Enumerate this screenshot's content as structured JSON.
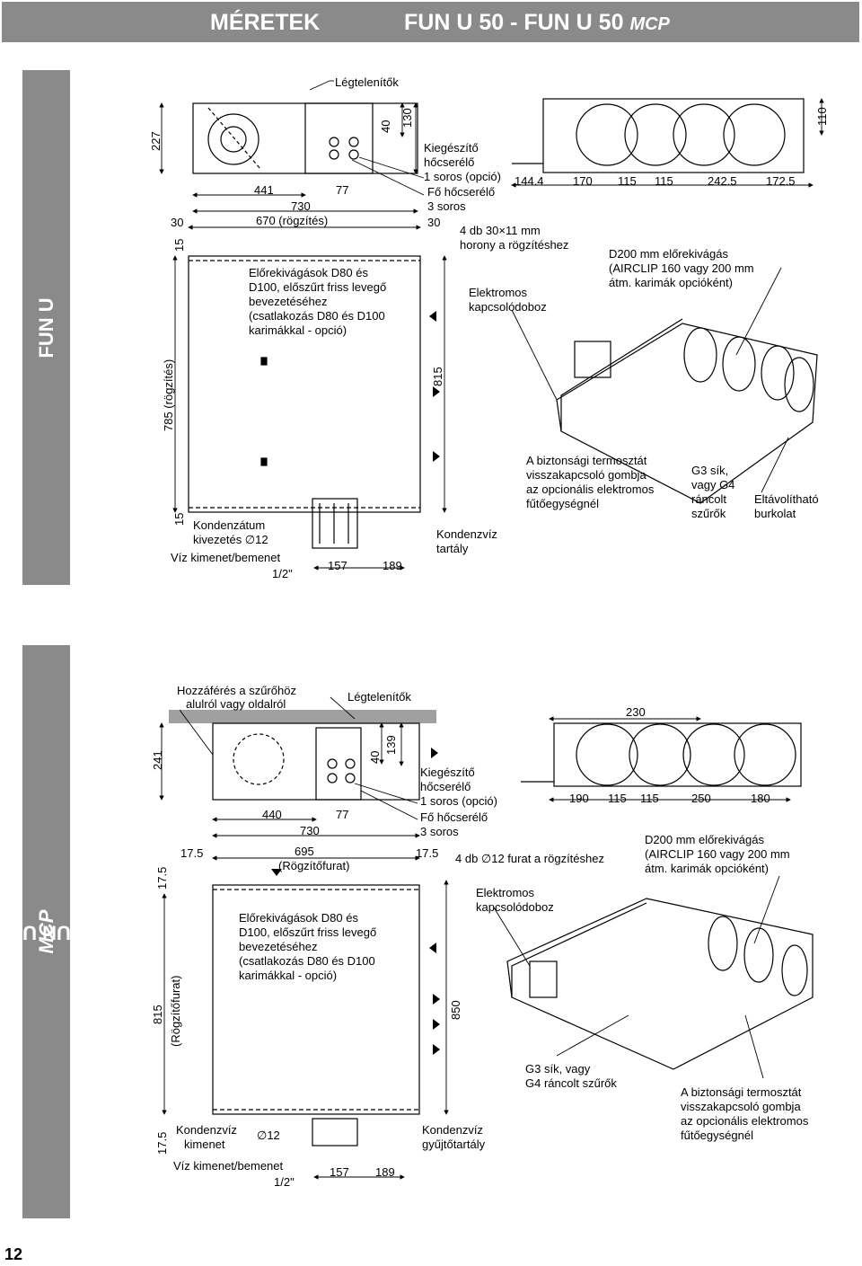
{
  "header": {
    "title_left": "MÉRETEK",
    "title_right": "FUN U 50 - FUN U 50",
    "title_right_suffix": "MCP"
  },
  "sections": {
    "top": "FUN U",
    "bottom": "FUN U - ",
    "bottom_suffix": "MCP"
  },
  "page_number": "12",
  "top": {
    "legtelenitok": "Légtelenítők",
    "dims": {
      "d227": "227",
      "d40": "40",
      "d130": "130",
      "d441": "441",
      "d77": "77",
      "d730": "730",
      "d30a": "30",
      "d670": "670 (rögzítés)",
      "d30b": "30",
      "d15a": "15",
      "d785": "785 (rögzítés)",
      "d815": "815",
      "d15b": "15",
      "d157": "157",
      "d189": "189",
      "d110": "110",
      "d144": "144.4",
      "d170": "170",
      "d115a": "115",
      "d115b": "115",
      "d242": "242.5",
      "d172": "172.5"
    },
    "kiegeszito": [
      "Kiegészítő",
      "hőcserélő",
      "1 soros (opció)"
    ],
    "fo": [
      "Fő hőcserélő",
      "3 soros"
    ],
    "horony": [
      "4 db 30×11 mm",
      "horony a rögzítéshez"
    ],
    "elorekivagas": [
      "Előrekivágások D80 és",
      "D100, előszűrt friss levegő",
      "bevezetéséhez",
      "(csatlakozás D80 és D100",
      "karimákkal - opció)"
    ],
    "elektromos": [
      "Elektromos",
      "kapcsolódoboz"
    ],
    "d200": [
      "D200 mm előrekivágás",
      "(AIRCLIP 160 vagy 200 mm",
      "átm.  karimák opcióként)"
    ],
    "kondenzatum": [
      "Kondenzátum",
      "kivezetés ∅12"
    ],
    "viz": [
      "Víz kimenet/bemenet",
      "1/2\""
    ],
    "tartaly": [
      "Kondenzvíz",
      "tartály"
    ],
    "termosztat": [
      "A biztonsági termosztát",
      "visszakapcsoló gombja",
      "az opcionális elektromos",
      "fűtőegységnél"
    ],
    "g3": [
      "G3 sík,",
      "vagy G4",
      "ráncolt",
      "szűrők"
    ],
    "burkolat": [
      "Eltávolítható",
      "burkolat"
    ]
  },
  "bottom": {
    "hozzaferes": [
      "Hozzáférés a szűrőhöz",
      "alulról vagy oldalról"
    ],
    "legtelenitok": "Légtelenítők",
    "dims": {
      "d241": "241",
      "d40": "40",
      "d139": "139",
      "d440": "440",
      "d77": "77",
      "d730": "730",
      "d175a": "17.5",
      "d695": "695",
      "d695b": "(Rögzítőfurat)",
      "d175b": "17.5",
      "d175c": "17.5",
      "d815": "815",
      "d815b": "(Rögzítőfurat)",
      "d850": "850",
      "d175d": "17.5",
      "d157": "157",
      "d189": "189",
      "d230": "230",
      "d190": "190",
      "d115a": "115",
      "d115b": "115",
      "d250": "250",
      "d180": "180"
    },
    "kiegeszito": [
      "Kiegészítő",
      "hőcserélő",
      "1 soros (opció)"
    ],
    "fo": [
      "Fő hőcserélő",
      "3 soros"
    ],
    "furat": "4 db ∅12 furat  a  rögzítéshez",
    "elorekivagas": [
      "Előrekivágások D80 és",
      "D100, előszűrt friss levegő",
      "bevezetéséhez",
      "(csatlakozás D80 és D100",
      "karimákkal - opció)"
    ],
    "elektromos": [
      "Elektromos",
      "kapcsolódoboz"
    ],
    "d200": [
      "D200 mm előrekivágás",
      "(AIRCLIP 160 vagy 200 mm",
      "átm.  karimák opcióként)"
    ],
    "kimenet": [
      "Kondenzvíz",
      "kimenet"
    ],
    "d12": "∅12",
    "viz": [
      "Víz kimenet/bemenet",
      "1/2\""
    ],
    "gyujto": [
      "Kondenzvíz",
      "gyűjtőtartály"
    ],
    "g3": [
      "G3 sík, vagy",
      "G4 ráncolt  szűrők"
    ],
    "termosztat": [
      "A biztonsági termosztát",
      "visszakapcsoló gombja",
      "az opcionális elektromos",
      "fűtőegységnél"
    ]
  }
}
